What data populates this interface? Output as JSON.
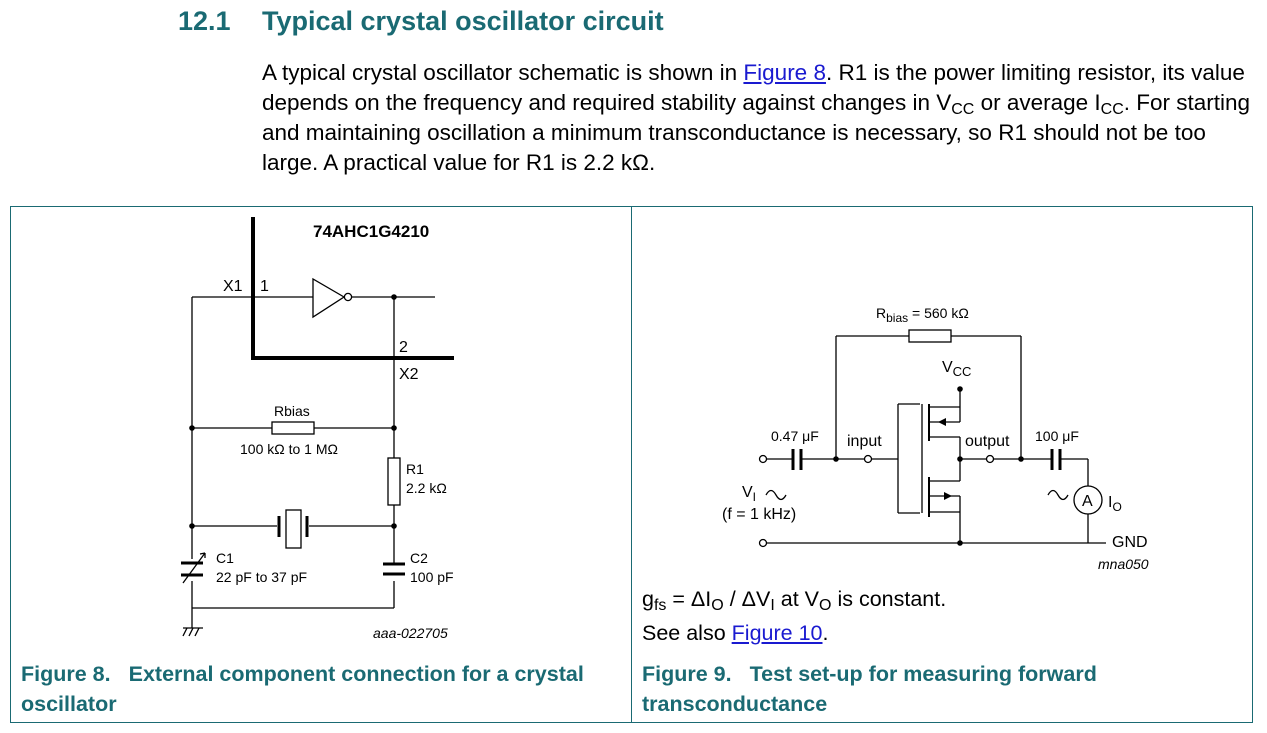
{
  "section": {
    "number": "12.1",
    "title": "Typical crystal oscillator circuit"
  },
  "paragraph": {
    "t1": "A typical crystal oscillator schematic is shown in ",
    "link": "Figure 8",
    "t2": ". R1 is the power limiting resistor, its value depends on the frequency and required stability against changes in V",
    "sub_cc1": "CC",
    "t3": " or average I",
    "sub_cc2": "CC",
    "t4": ". For starting and maintaining oscillation a minimum transconductance is necessary, so R1 should not be too large. A practical value for R1 is 2.2 kΩ."
  },
  "figure8": {
    "ic_name": "74AHC1G4210",
    "pin_x1": "X1",
    "pin_1": "1",
    "pin_2": "2",
    "pin_x2": "X2",
    "rbias_label": "Rbias",
    "rbias_value": "100 kΩ to 1 MΩ",
    "r1_label": "R1",
    "r1_value": "2.2 kΩ",
    "c1_label": "C1",
    "c1_value": "22 pF to 37 pF",
    "c2_label": "C2",
    "c2_value": "100 pF",
    "code": "aaa-022705",
    "caption_num": "Figure 8.",
    "caption_text": "External component connection for a crystal oscillator"
  },
  "figure9": {
    "rbias_R": "R",
    "rbias_sub": "bias",
    "rbias_val": " = 560 kΩ",
    "vcc_V": "V",
    "vcc_sub": "CC",
    "cin_value": "0.47 μF",
    "input_label": "input",
    "output_label": "output",
    "cout_value": "100 μF",
    "vi_V": "V",
    "vi_sub": "I",
    "vi_freq": "(f = 1 kHz)",
    "io_I": "I",
    "io_sub": "O",
    "ammeter": "A",
    "gnd_label": "GND",
    "code": "mna050",
    "note_g": "g",
    "note_fs": "fs",
    "note_eq1": " = ΔI",
    "note_o1": "O",
    "note_eq2": " / ΔV",
    "note_i": "I",
    "note_eq3": " at V",
    "note_o2": "O",
    "note_eq4": " is constant.",
    "see_also": "See also ",
    "see_link": "Figure 10",
    "see_end": ".",
    "caption_num": "Figure 9.",
    "caption_text": "Test set-up for measuring forward transconductance"
  },
  "colors": {
    "heading": "#1a6a73",
    "link": "#1a1ad0",
    "border": "#1a6a73"
  }
}
